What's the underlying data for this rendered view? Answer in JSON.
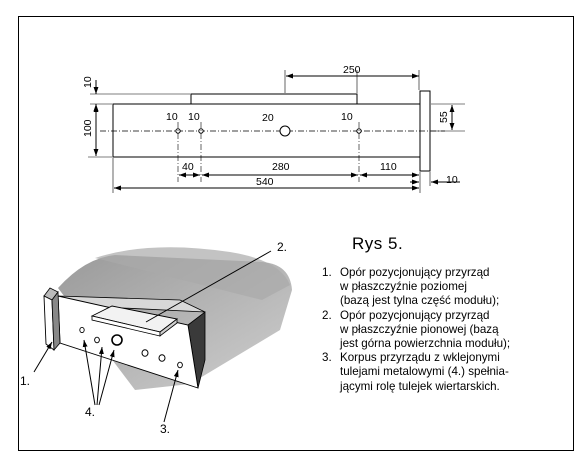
{
  "drawing": {
    "dimensions": {
      "top_tab": "250",
      "left_tab": "10",
      "height": "100",
      "right_plate": "55",
      "right_thickness": "10",
      "hole1": "10",
      "hole2": "10",
      "hole_center": "20",
      "hole_right": "10",
      "spacing_40": "40",
      "spacing_280": "280",
      "spacing_110": "110",
      "length_540": "540"
    },
    "callouts": {
      "c1": "1.",
      "c2": "2.",
      "c3": "3.",
      "c4": "4."
    }
  },
  "caption": {
    "title": "Rys 5.",
    "items": [
      {
        "num": "1.",
        "lines": [
          "Opór pozycjonujący przyrząd",
          "w płaszczyźnie poziomej",
          "(bazą jest tylna część modułu);"
        ]
      },
      {
        "num": "2.",
        "lines": [
          "Opór pozycjonujący przyrząd",
          "w płaszczyźnie pionowej (bazą",
          "jest górna powierzchnia modułu);"
        ]
      },
      {
        "num": "3.",
        "lines": [
          "Korpus przyrządu z wklejonymi",
          "tulejami metalowymi (4.) spełnia-",
          "jącymi rolę tulejek wiertarskich."
        ]
      }
    ]
  }
}
